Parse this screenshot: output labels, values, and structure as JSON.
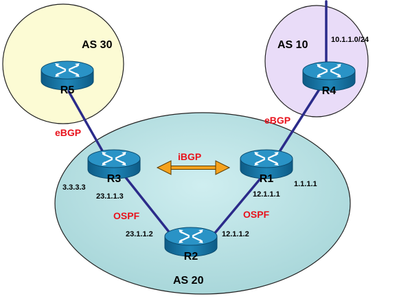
{
  "regions": {
    "as30": {
      "label": "AS 30",
      "fill": "#fcfbd4"
    },
    "as10": {
      "label": "AS 10",
      "fill": "#e9dcf8"
    },
    "as20": {
      "label": "AS 20",
      "fill": "#b6e0e2"
    }
  },
  "routers": {
    "r5": {
      "label": "R5"
    },
    "r4": {
      "label": "R4"
    },
    "r3": {
      "label": "R3"
    },
    "r1": {
      "label": "R1"
    },
    "r2": {
      "label": "R2"
    }
  },
  "protocols": {
    "ebgp_left": "eBGP",
    "ebgp_right": "eBGP",
    "ibgp": "iBGP",
    "ospf_left": "OSPF",
    "ospf_right": "OSPF"
  },
  "addresses": {
    "network_r4": "10.1.1.0/24",
    "r3_loopback": "3.3.3.3",
    "r3_link": "23.1.1.3",
    "r2_left": "23.1.1.2",
    "r1_loopback": "1.1.1.1",
    "r1_link": "12.1.1.1",
    "r2_right": "12.1.1.2"
  },
  "colors": {
    "link": "#2b2b8a",
    "protocol_text": "#e8121c",
    "ibgp_arrow": "#f5a21e",
    "router_body": "#1f7fae"
  },
  "icons": {
    "router": "router-icon"
  }
}
